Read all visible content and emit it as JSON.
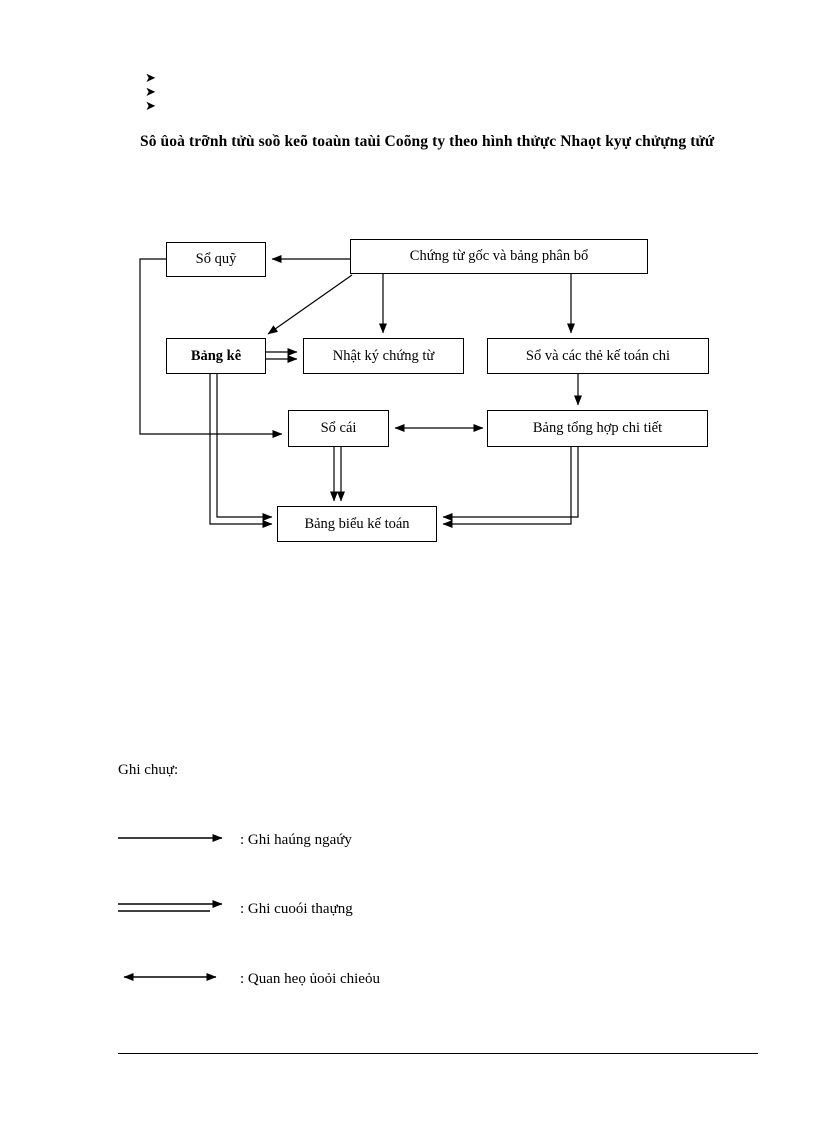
{
  "document": {
    "bullets": [
      "arrow-bullet",
      "arrow-bullet",
      "arrow-bullet"
    ],
    "bullet_glyph": "➤",
    "title": "Sô ûoà trỡnh tửù soồ keõ toaùn taùi Coõng ty theo hình thửực Nhaọt kyự chửựng tửứ",
    "notes_label": "Ghi chuự:"
  },
  "diagram": {
    "type": "flowchart",
    "nodes": [
      {
        "id": "soquy",
        "label": "Sổ quỹ",
        "bold": false
      },
      {
        "id": "chungtugoc",
        "label": "Chứng từ gốc và bảng phân bổ",
        "bold": false
      },
      {
        "id": "bangke",
        "label": "Bảng kê",
        "bold": true
      },
      {
        "id": "nhatky",
        "label": "Nhật ký chứng từ",
        "bold": false
      },
      {
        "id": "sothe",
        "label": "Sổ và các thẻ kế toán chi",
        "bold": false
      },
      {
        "id": "socai",
        "label": "Sổ cái",
        "bold": false
      },
      {
        "id": "bangtonghop",
        "label": "Bảng tổng hợp chi tiết",
        "bold": false
      },
      {
        "id": "bangbieu",
        "label": "Bảng biểu kế toán",
        "bold": false
      }
    ]
  },
  "legend": {
    "items": [
      {
        "marker": "single-arrow",
        "label": ": Ghi haúng ngaứy"
      },
      {
        "marker": "double-line-arrow",
        "label": ": Ghi cuoói thaựng"
      },
      {
        "marker": "double-headed-arrow",
        "label": ": Quan heọ ủoỏi chieỏu"
      }
    ]
  },
  "colors": {
    "ink": "#000000",
    "paper": "#ffffff"
  }
}
